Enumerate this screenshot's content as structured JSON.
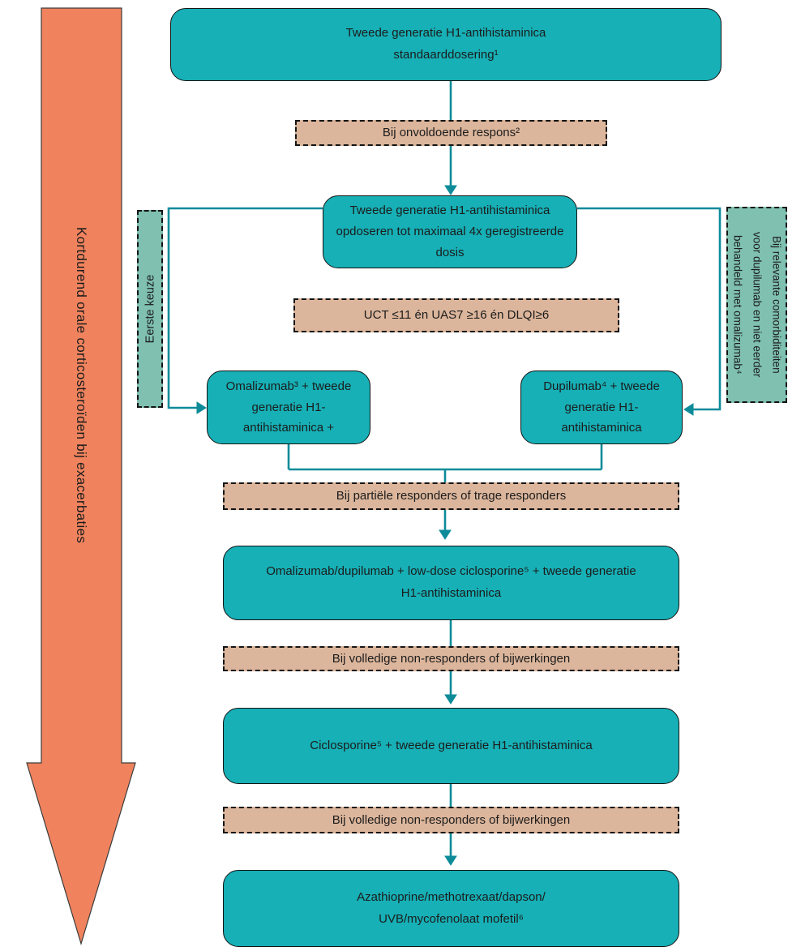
{
  "colors": {
    "teal": "#16b0b6",
    "teal_line": "#0d8b99",
    "tan": "#dcb69c",
    "seafoam": "#7fc0b1",
    "orange": "#f0835e",
    "text": "#1c1c1c",
    "border": "#141414"
  },
  "side_arrow": {
    "label": "Kortdurend orale corticosteroïden bij exacerbaties"
  },
  "nodes": {
    "standard_dosing": {
      "text": "Tweede generatie H1-antihistaminica\nstandaarddosering¹"
    },
    "insufficient_response": {
      "text": "Bij onvoldoende respons²"
    },
    "updosing": {
      "text": "Tweede generatie H1-antihistaminica\nopdoseren tot maximaal 4x geregistreerde\ndosis"
    },
    "scores": {
      "text": "UCT ≤11 én UAS7 ≥16 én DLQI≥6"
    },
    "first_choice": {
      "text": "Eerste keuze"
    },
    "comorbidities": {
      "text": "Bij relevante comorbiditeiten\nvoor dupilumab en niet eerder\nbehandeld met omalizumab⁴"
    },
    "omalizumab": {
      "text": "Omalizumab³ + tweede\ngeneratie H1-\nantihistaminica +"
    },
    "dupilumab": {
      "text": "Dupilumab⁴ + tweede\ngeneratie H1-\nantihistaminica"
    },
    "partial_responders": {
      "text": "Bij partiële responders of trage responders"
    },
    "low_dose_ciclosporine": {
      "text": "Omalizumab/dupilumab + low-dose ciclosporine⁵ + tweede generatie\nH1-antihistaminica"
    },
    "non_responders_1": {
      "text": "Bij volledige non-responders of bijwerkingen"
    },
    "ciclosporine": {
      "text": "Ciclosporine⁵ + tweede generatie H1-antihistaminica"
    },
    "non_responders_2": {
      "text": "Bij volledige non-responders of bijwerkingen"
    },
    "alternatives": {
      "text": "Azathioprine/methotrexaat/dapson/\nUVB/mycofenolaat mofetil⁶"
    }
  }
}
